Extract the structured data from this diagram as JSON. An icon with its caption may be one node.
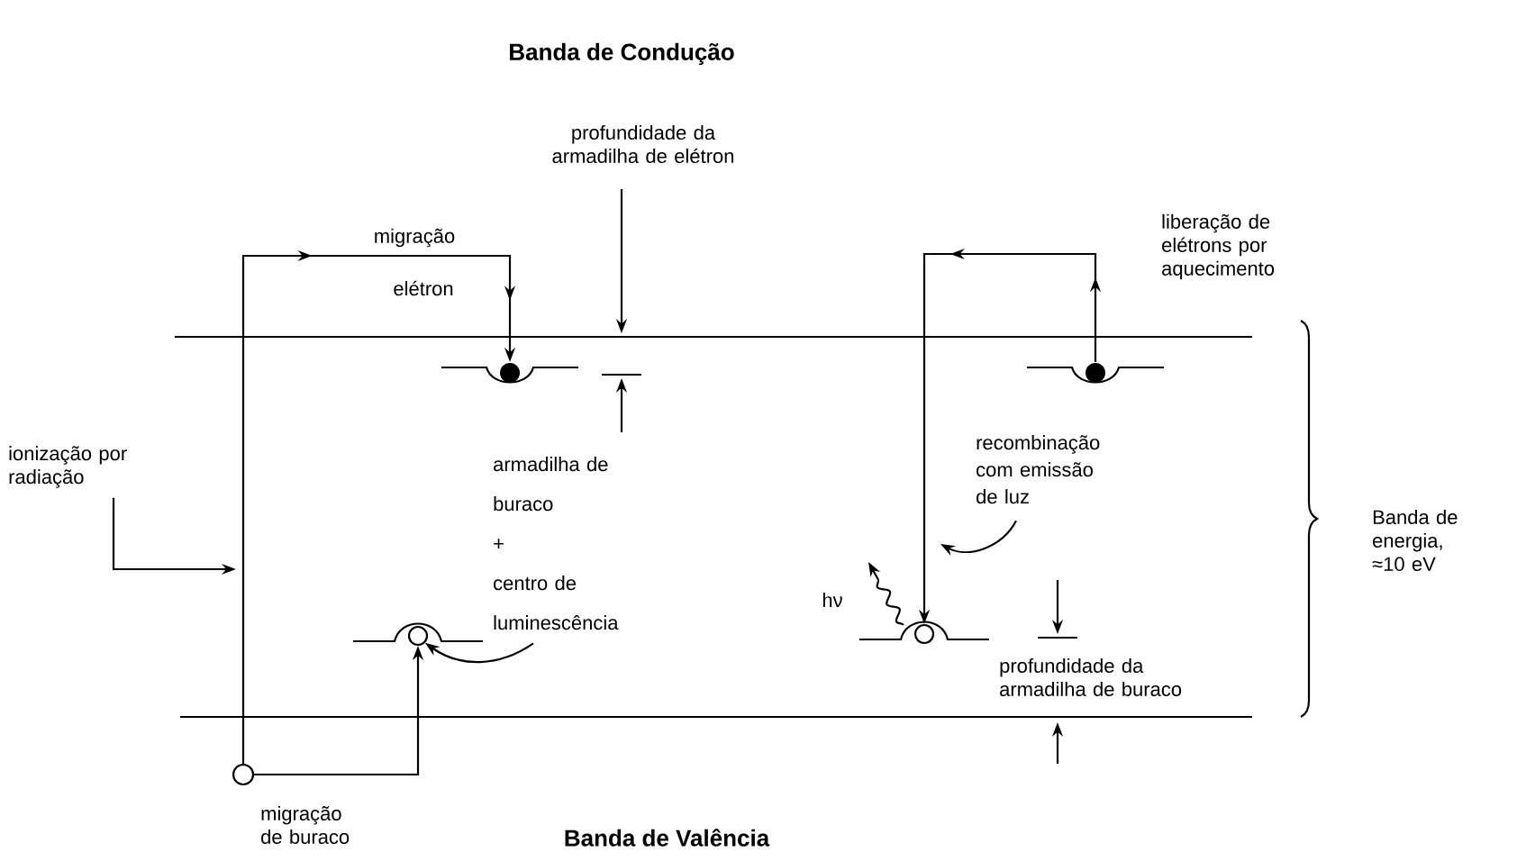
{
  "diagram": {
    "nodes": [
      {
        "text": [],
        "shape": "circle"
      },
      {
        "text": [],
        "shape": "circle"
      },
      {
        "text": [
          "ionização por radiação"
        ]
      },
      {
        "text": [
          "armadilha de buraco",
          "+",
          "centro de luminescência"
        ]
      },
      {
        "text": [
          "recombinação com emissão de luz"
        ]
      },
      {
        "text": [],
        "shape": "circle"
      },
      {
        "text": [],
        "shape": "circle"
      },
      {
        "text": [],
        "shape": "circle"
      }
    ],
    "edges": [
      {
        "from": 7,
        "to": 0,
        "arrow": "to"
      },
      {
        "from": 7,
        "to": 5,
        "arrow": "to",
        "label": "migração de buraco"
      },
      {
        "from": 1,
        "to": 6,
        "arrow": "to",
        "label": "liberação de elétrons por aquecimento"
      },
      {
        "from": 2,
        "to": null,
        "arrow": "to"
      },
      {
        "from": 3,
        "to": 5,
        "arrow": "to"
      },
      {
        "from": 4,
        "to": null,
        "arrow": "to"
      },
      {
        "from": 6,
        "to": null,
        "arrow": "to",
        "label": "hν"
      }
    ],
    "labels": [
      "Banda de Condução",
      "profundidade da armadilha de elétron",
      "migração",
      "elétron",
      "Banda de energia, ≈10 eV",
      "profundidade da armadilha de buraco",
      "Banda de Valência"
    ]
  }
}
